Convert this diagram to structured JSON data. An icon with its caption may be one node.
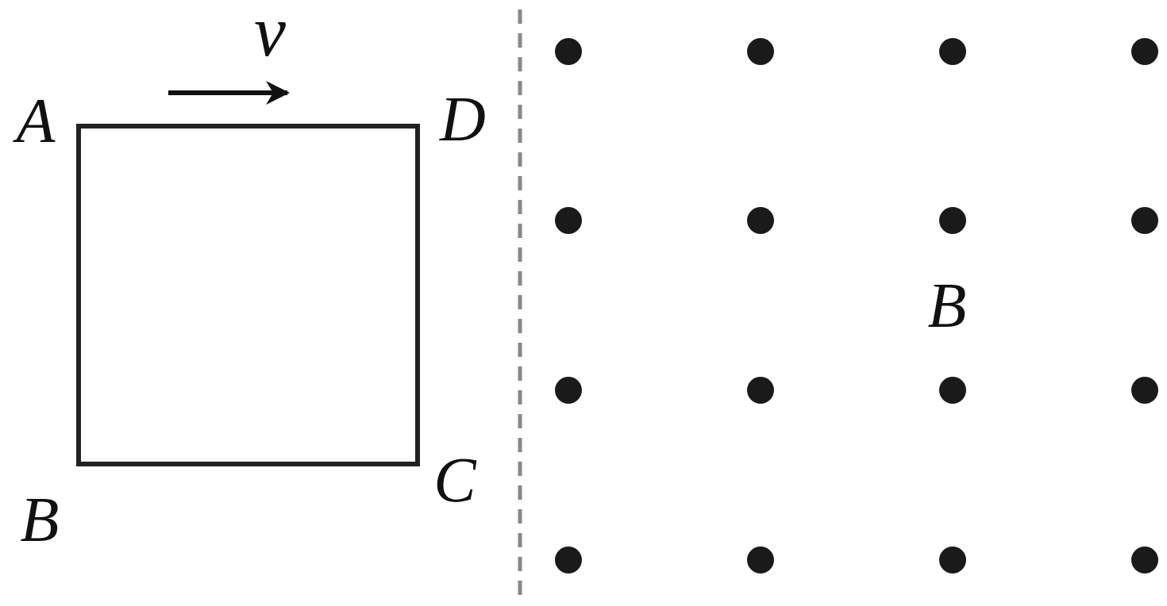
{
  "diagram": {
    "nodes": [
      {
        "text": [],
        "shape": "box"
      }
    ],
    "labels": [
      "v",
      "A",
      "D",
      "B",
      "C",
      "B"
    ]
  }
}
